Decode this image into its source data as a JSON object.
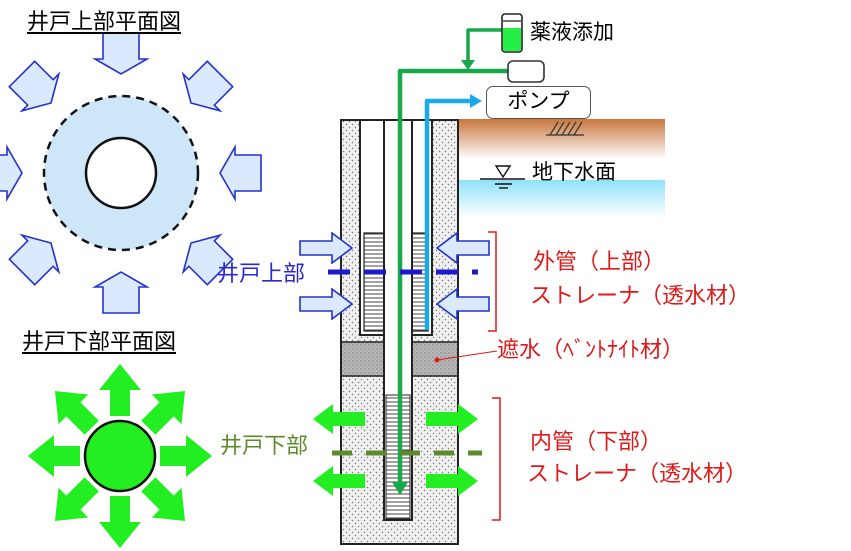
{
  "upper_plan_title": "井戸上部平面図",
  "lower_plan_title": "井戸下部平面図",
  "chemical_label": "薬液添加",
  "pump_label": "ポンプ",
  "groundwater_label": "地下水面",
  "upper_well_label": "井戸上部",
  "lower_well_label": "井戸下部",
  "outer_pipe_line1": "外管（上部）",
  "outer_pipe_line2": "ストレーナ（透水材）",
  "seal_label": "遮水（ﾍﾞﾝﾄﾅｲﾄ材）",
  "inner_pipe_line1": "内管（下部）",
  "inner_pipe_line2": "ストレーナ（透水材）",
  "colors": {
    "inflow_arrow_fill": "#dbe9ff",
    "inflow_arrow_stroke": "#2233cc",
    "outflow_arrow": "#22ee22",
    "supply_pipe": "#18a84a",
    "pump_pipe": "#18aae8",
    "label_red": "#e01818",
    "label_blue": "#2a2ad0",
    "label_olive": "#5e8a2e",
    "ground_top": "#c8763c",
    "water": "#8fe2f8"
  },
  "icons": [
    "inflow-arrow-icon",
    "outflow-arrow-icon",
    "water-level-symbol-icon",
    "chemical-tank-icon"
  ]
}
